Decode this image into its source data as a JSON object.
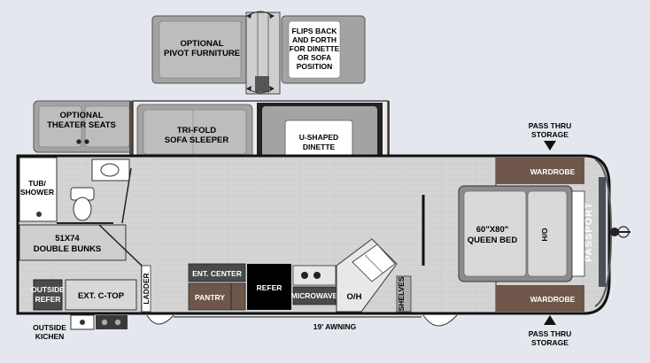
{
  "labels": {
    "optional_pivot_furniture": [
      "OPTIONAL",
      "PIVOT FURNITURE"
    ],
    "flips_note": [
      "FLIPS BACK",
      "AND FORTH",
      "FOR DINETTE",
      "OR SOFA",
      "POSITION"
    ],
    "optional_theater_seats": [
      "OPTIONAL",
      "THEATER SEATS"
    ],
    "tri_fold_sofa_sleeper": [
      "TRI-FOLD",
      "SOFA SLEEPER"
    ],
    "u_shaped_dinette": [
      "U-SHAPED",
      "DINETTE"
    ],
    "pass_thru_storage_top": [
      "PASS THRU",
      "STORAGE"
    ],
    "pass_thru_storage_bottom": [
      "PASS THRU",
      "STORAGE"
    ],
    "tub_shower": [
      "TUB/",
      "SHOWER"
    ],
    "wardrobe_top": "WARDROBE",
    "wardrobe_bottom": "WARDROBE",
    "queen_bed": [
      "60\"X80\"",
      "QUEEN BED"
    ],
    "ho": "H/O",
    "brand": "PASSPORT",
    "double_bunks": [
      "51X74",
      "DOUBLE BUNKS"
    ],
    "outside_refer": [
      "OUTSIDE",
      "REFER"
    ],
    "ext_ctop": "EXT. C-TOP",
    "ladder": "LADDER",
    "ent_center": "ENT. CENTER",
    "pantry": "PANTRY",
    "refer": "REFER",
    "microwave": "MICROWAVE",
    "oh": "O/H",
    "shelves": "SHELVES",
    "awning": "19' AWNING",
    "outside_kitchen": [
      "OUTSIDE",
      "KICHEN"
    ]
  },
  "colors": {
    "background": "#e4e8ee",
    "floor": "#d3d3d3",
    "furniture": "#a9a9a9",
    "dark_cabinet": "#4a4a4a",
    "brown_cabinet": "#6e574a",
    "wall": "#1a1a1a",
    "black_box": "#000000",
    "bed": "#8c8c8c"
  }
}
